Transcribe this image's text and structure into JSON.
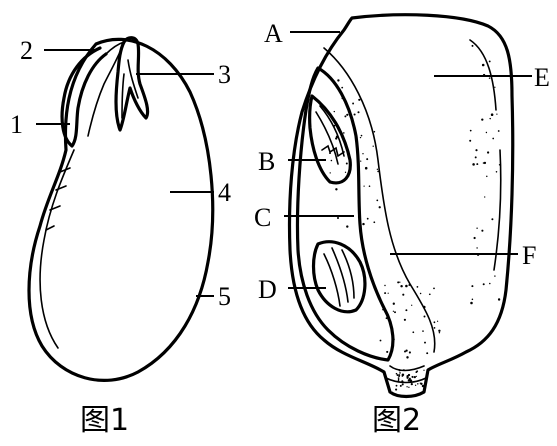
{
  "figure1": {
    "caption": "图1",
    "labels": [
      "1",
      "2",
      "3",
      "4",
      "5"
    ]
  },
  "figure2": {
    "caption": "图2",
    "labels": [
      "A",
      "B",
      "C",
      "D",
      "E",
      "F"
    ]
  }
}
